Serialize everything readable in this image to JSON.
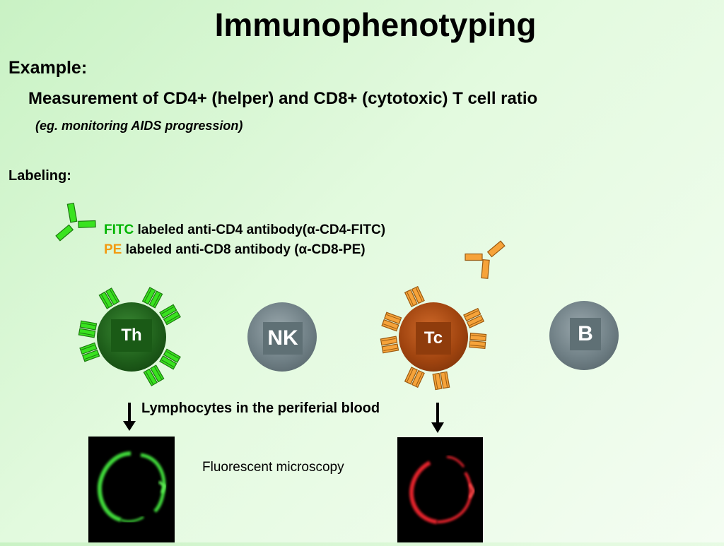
{
  "title": "Immunophenotyping",
  "example_label": "Example:",
  "measurement": "Measurement of CD4+ (helper) and CD8+ (cytotoxic) T cell ratio",
  "note": "(eg. monitoring AIDS progression)",
  "labeling_label": "Labeling:",
  "legend": {
    "fitc_word": "FITC",
    "fitc_text": "labeled anti-CD4 antibody(α-CD4-FITC)",
    "pe_word": "PE",
    "pe_text": "labeled anti-CD8 antibody (α-CD8-PE)"
  },
  "cells": {
    "th": "Th",
    "nk": "NK",
    "tc": "Tc",
    "b": "B"
  },
  "caption": "Lymphocytes in the periferial blood",
  "microscopy_label": "Fluorescent microscopy",
  "colors": {
    "fitc": "#00b400",
    "pe": "#f29a10",
    "antibody_green": "#39e31f",
    "antibody_orange": "#f6a33a",
    "th_cell": "#1e5e1a",
    "tc_cell": "#a0440f",
    "nk_b_cell": "#6f7f85",
    "micro_green": "#3fd93a",
    "micro_red": "#e3232b"
  },
  "icons": [
    "antibody-icon",
    "down-arrow-icon"
  ]
}
